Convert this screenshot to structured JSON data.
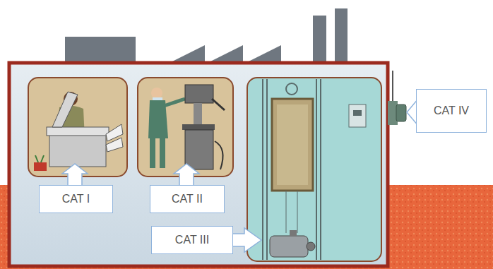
{
  "diagram": {
    "nodes": [
      {
        "text": [
          "CAT I"
        ]
      },
      {
        "text": [
          "CAT II"
        ]
      },
      {
        "text": [
          "CAT III"
        ]
      },
      {
        "text": [
          "CAT IV"
        ]
      }
    ]
  }
}
